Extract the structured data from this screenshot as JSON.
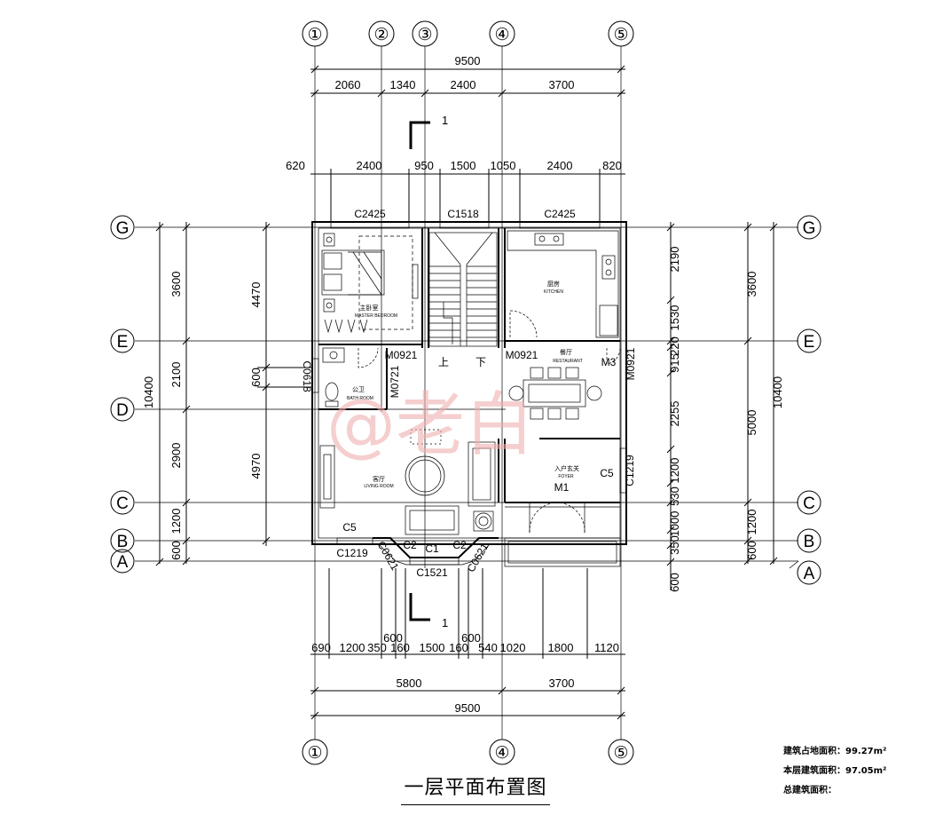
{
  "title": "一层平面布置图",
  "axes": {
    "top": [
      "①",
      "②",
      "③",
      "④",
      "⑤"
    ],
    "bottom": [
      "①",
      "④",
      "⑤"
    ],
    "left": [
      "G",
      "E",
      "D",
      "C",
      "B",
      "A"
    ],
    "right": [
      "G",
      "E",
      "C",
      "B",
      "A"
    ]
  },
  "dims_top": {
    "total": "9500",
    "row2": [
      "2060",
      "1340",
      "2400",
      "3700"
    ],
    "row3": [
      "620",
      "2400",
      "950",
      "1500",
      "1050",
      "2400",
      "820"
    ]
  },
  "dims_bottom": {
    "row1": [
      "690",
      "1200",
      "350",
      "160",
      "1500",
      "160",
      "540",
      "1020",
      "1800",
      "1120"
    ],
    "extra": [
      "600",
      "600"
    ],
    "row2": [
      "5800",
      "3700"
    ],
    "total": "9500"
  },
  "dims_left": {
    "outer_total": "10400",
    "outer": [
      "3600",
      "2100",
      "2900",
      "1200",
      "600"
    ],
    "inner": [
      "4470",
      "600",
      "4970"
    ]
  },
  "dims_right": {
    "inner": [
      "2190",
      "1530",
      "220",
      "915",
      "2255",
      "1200",
      "530",
      "1000",
      "350",
      "600"
    ],
    "outer": [
      "3600",
      "5000",
      "1200",
      "600"
    ],
    "outer_total": "10400"
  },
  "windows": [
    "C2425",
    "C1518",
    "C2425",
    "C0618",
    "C1219",
    "C1219",
    "C5",
    "C5",
    "C2",
    "C1",
    "C2",
    "C0621",
    "C0621",
    "C1521"
  ],
  "doors": [
    "M0921",
    "M0721",
    "M0921",
    "M3",
    "M0921",
    "M1"
  ],
  "rooms": {
    "master_bedroom": {
      "cn": "主卧室",
      "en": "MASTER BEDROOM"
    },
    "kitchen": {
      "cn": "厨房",
      "en": "KITCHEN"
    },
    "restaurant": {
      "cn": "餐厅",
      "en": "RESTAURANT"
    },
    "bath_room": {
      "cn": "公卫",
      "en": "BATH ROOM"
    },
    "living_room": {
      "cn": "客厅",
      "en": "LIVING ROOM"
    },
    "foyer": {
      "cn": "入户玄关",
      "en": "FOYER"
    }
  },
  "stair": {
    "up": "上",
    "down": "下"
  },
  "section_marker": "1",
  "watermark": "@老白",
  "stats": [
    "建筑占地面积：99.27m²",
    "本层建筑面积：97.05m²",
    "总建筑面积："
  ]
}
